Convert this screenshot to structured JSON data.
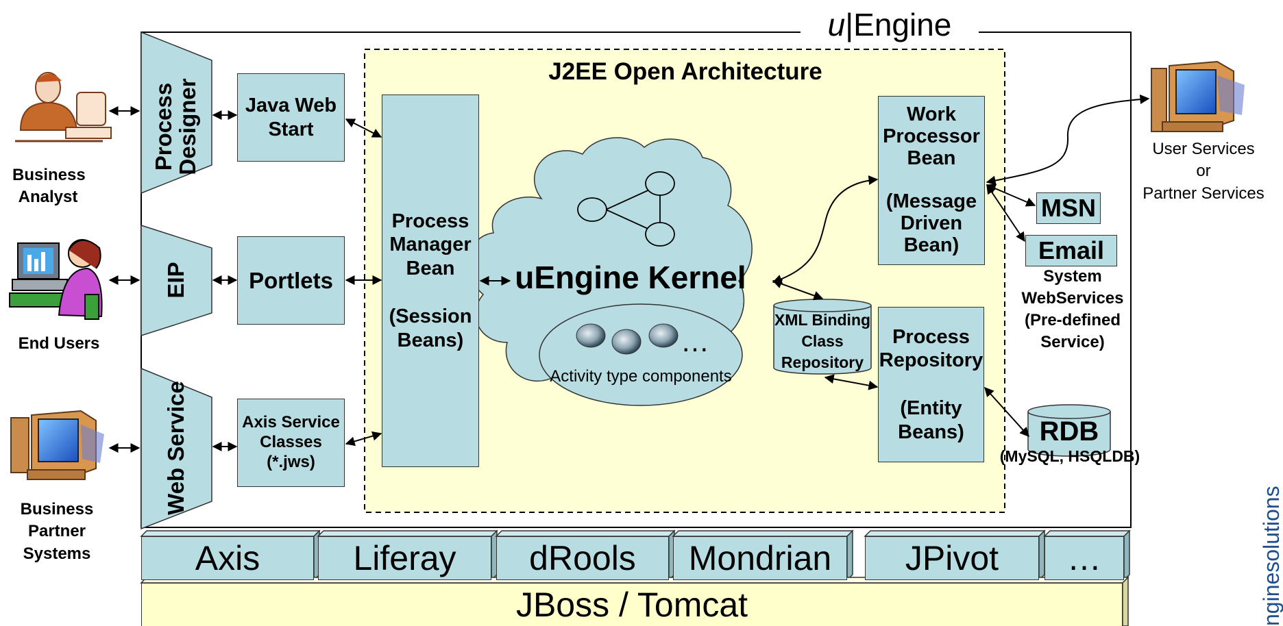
{
  "title": {
    "prefix": "u",
    "suffix": "|Engine"
  },
  "j2ee_title": "J2EE Open Architecture",
  "actors": {
    "business_analyst": "Business Analyst",
    "end_users": "End Users",
    "business_partner": "Business Partner Systems",
    "user_services": "User Services\nor\nPartner Services"
  },
  "gateways": {
    "process_designer": "Process Designer",
    "eip": "EIP",
    "web_service": "Web Service"
  },
  "clients": {
    "java_web_start": "Java Web Start",
    "portlets": "Portlets",
    "axis_service": "Axis Service Classes (*.jws)"
  },
  "process_manager": "Process Manager Bean\n\n(Session Beans)",
  "kernel": {
    "title": "uEngine Kernel",
    "activity_label": "Activity type components",
    "ellipsis": "…"
  },
  "work_processor": "Work Processor Bean\n\n(Message Driven Bean)",
  "xml_binding": "XML Binding Class Repository",
  "process_repository": "Process Repository\n\n(Entity Beans)",
  "msn": "MSN",
  "email": "Email",
  "system_ws": "System WebServices (Pre-defined Service)",
  "rdb": {
    "title": "RDB",
    "sub": "(MySQL, HSQLDB)"
  },
  "libraries": [
    "Axis",
    "Liferay",
    "dRools",
    "Mondrian",
    "JPivot",
    "…"
  ],
  "server": "JBoss / Tomcat",
  "watermark": "nginesolutions",
  "colors": {
    "teal": "#b7dde3",
    "yellow": "#ffffd6",
    "server_yellow": "#ffffcc",
    "logo_blue": "#1f4e8c"
  }
}
